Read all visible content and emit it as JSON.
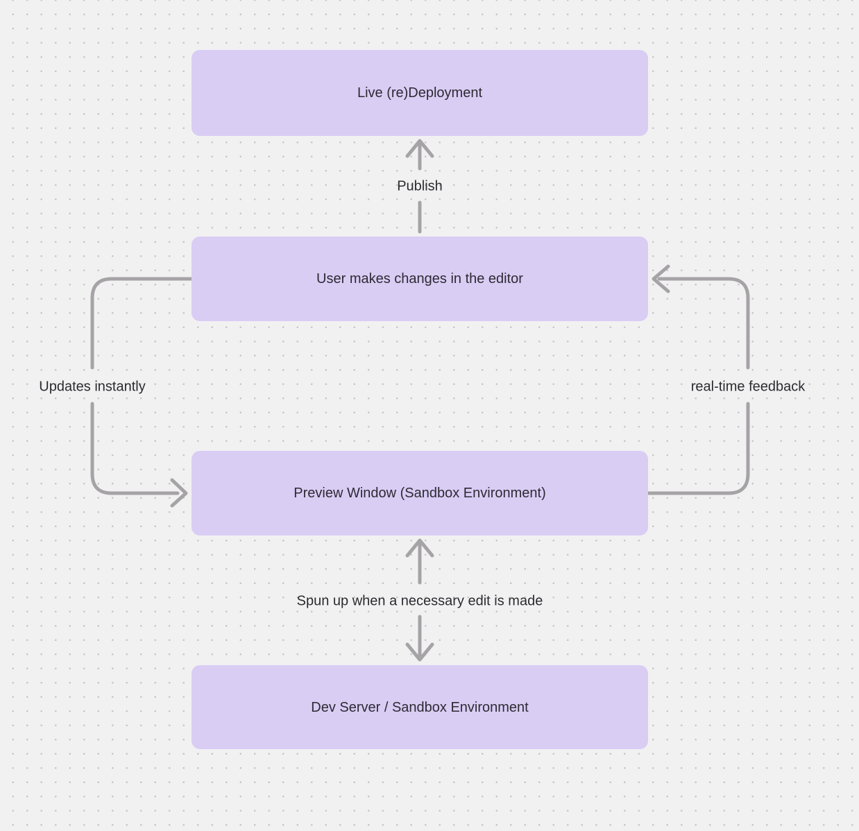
{
  "colors": {
    "background": "#f2f1f2",
    "grid_dot": "#c7c5c8",
    "node_fill": "#d9cdf4",
    "node_text": "#2d2a33",
    "arrow": "#a5a3a6",
    "label_text": "#2b2b2f"
  },
  "diagram": {
    "nodes": [
      {
        "id": "live-deployment",
        "label": "Live (re)Deployment"
      },
      {
        "id": "user-changes",
        "label": "User makes changes in the editor"
      },
      {
        "id": "preview-window",
        "label": "Preview Window (Sandbox Environment)"
      },
      {
        "id": "dev-server",
        "label": "Dev Server / Sandbox Environment"
      }
    ],
    "edge_labels": {
      "publish": "Publish",
      "updates_instantly": "Updates instantly",
      "realtime_feedback": "real-time feedback",
      "spun_up": "Spun up when a necessary edit is made"
    }
  }
}
